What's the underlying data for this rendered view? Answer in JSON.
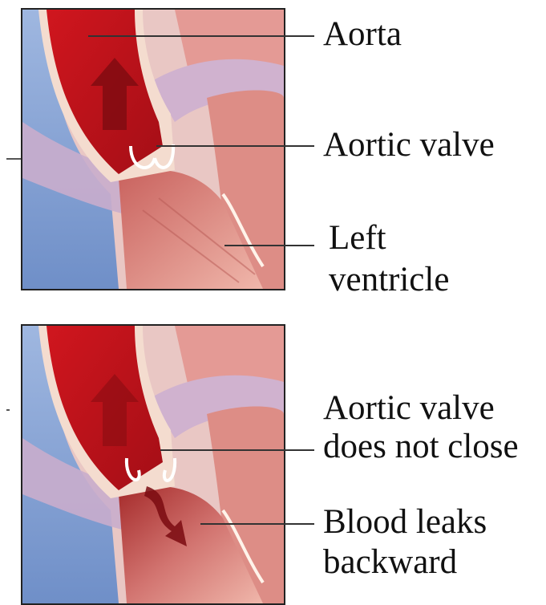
{
  "top_panel": {
    "labels": {
      "aorta": "Aorta",
      "aortic_valve": "Aortic valve",
      "left_ventricle_line1": "Left",
      "left_ventricle_line2": "ventricle"
    }
  },
  "bottom_panel": {
    "labels": {
      "valve_line1": "Aortic valve",
      "valve_line2": "does not close",
      "leak_line1": "Blood leaks",
      "leak_line2": "backward"
    }
  },
  "colors": {
    "aorta_red": "#c8141c",
    "aorta_dark": "#8a0c12",
    "vessel_wall": "#f3d5cc",
    "ventricle_pink": "#d9837e",
    "ventricle_light": "#efb3a8",
    "vein_blue": "#7f9ed2",
    "tissue_lilac": "#c5a8c8"
  }
}
